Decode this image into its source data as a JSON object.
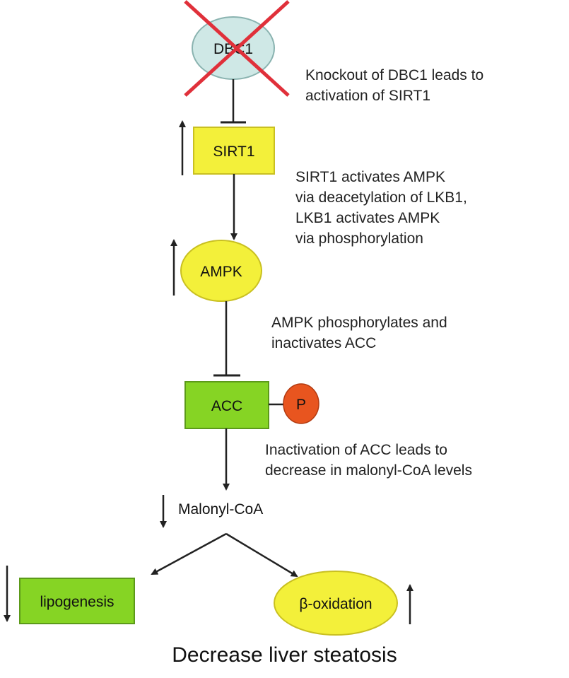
{
  "nodes": {
    "dbc1": "DBC1",
    "sirt1": "SIRT1",
    "ampk": "AMPK",
    "acc": "ACC",
    "phospho": "P",
    "malonyl": "Malonyl-CoA",
    "lipogenesis": "lipogenesis",
    "beta_oxidation": "β-oxidation"
  },
  "annotations": {
    "dbc1_knockout": [
      "Knockout of DBC1 leads to",
      "activation of SIRT1"
    ],
    "sirt1_ampk": [
      "SIRT1 activates AMPK",
      "via deacetylation of LKB1,",
      "LKB1 activates AMPK",
      "via  phosphorylation"
    ],
    "ampk_acc": [
      "AMPK phosphorylates and",
      "inactivates ACC"
    ],
    "acc_malonyl": [
      "Inactivation of ACC leads to",
      "decrease in malonyl-CoA levels"
    ]
  },
  "conclusion": "Decrease liver steatosis",
  "colors": {
    "dbc1_fill": "#cfe8e6",
    "yellow": "#f3f03a",
    "green": "#86d424",
    "phospho": "#e8551f",
    "knockout_cross": "#e0303a",
    "line": "#222222"
  }
}
